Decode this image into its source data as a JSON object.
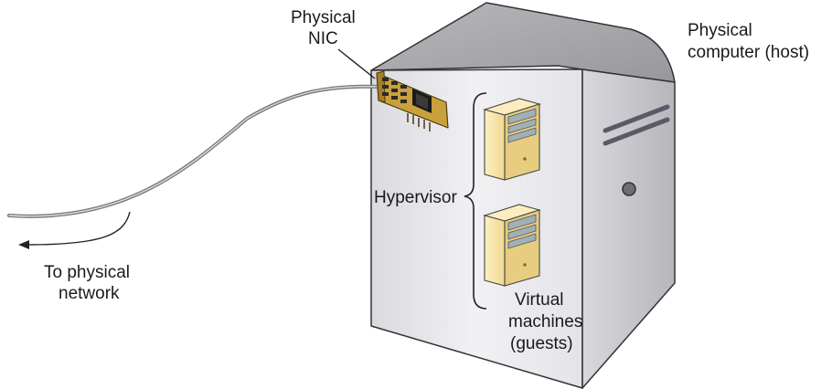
{
  "labels": {
    "nic_line1": "Physical",
    "nic_line2": "NIC",
    "host_line1": "Physical",
    "host_line2": "computer (host)",
    "hypervisor": "Hypervisor",
    "network_line1": "To physical",
    "network_line2": "network",
    "vm_line1": "Virtual",
    "vm_line2": "machines",
    "vm_line3": "(guests)"
  },
  "colors": {
    "case_front": "#e9e9ee",
    "case_top": "#a8a8ac",
    "case_side": "#c6c6cb",
    "nic_board": "#c9a13c",
    "vm_tower": "#f7e3a6"
  }
}
